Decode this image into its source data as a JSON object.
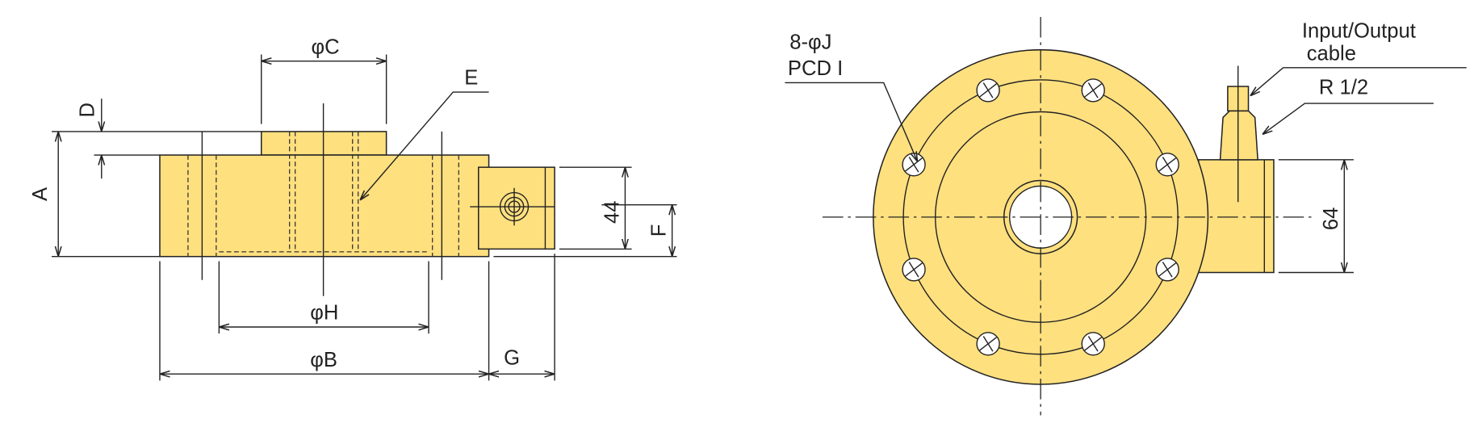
{
  "side_view": {
    "labels": {
      "phi_c": "φC",
      "e": "E",
      "d": "D",
      "a": "A",
      "dim_44": "44",
      "f": "F",
      "phi_h": "φH",
      "phi_b": "φB",
      "g": "G"
    }
  },
  "front_view": {
    "labels": {
      "holes": "8-φJ",
      "pcd": "PCD I",
      "cable_line1": "Input/Output",
      "cable_line2": "cable",
      "thread": "R 1/2",
      "dim_64": "64"
    }
  },
  "colors": {
    "body": "#FFE07F",
    "line": "#222222"
  }
}
